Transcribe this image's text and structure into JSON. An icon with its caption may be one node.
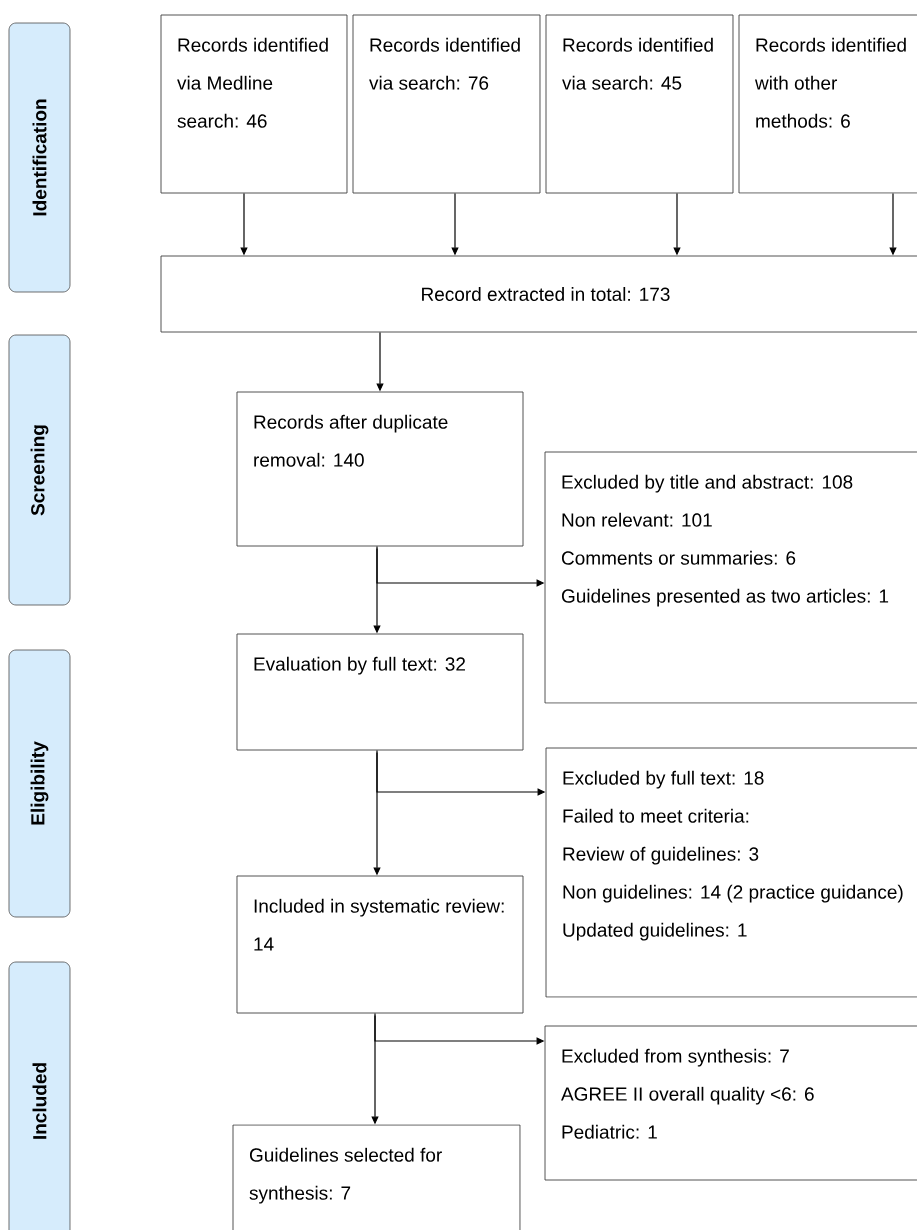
{
  "diagram": {
    "nodes": [
      {
        "text": [
          "Identification"
        ]
      },
      {
        "text": [
          "Screening"
        ]
      },
      {
        "text": [
          "Eligibility"
        ]
      },
      {
        "text": [
          "Included"
        ]
      },
      {
        "text": [
          "Records identified via Medline search: 46"
        ]
      },
      {
        "text": [
          "Records identified via search: 76"
        ]
      },
      {
        "text": [
          "Records identified via search: 45"
        ]
      },
      {
        "text": [
          "Records identified with other methods: 6"
        ]
      },
      {
        "text": [
          "Record extracted in total: 173"
        ]
      },
      {
        "text": [
          "Records after duplicate removal: 140"
        ]
      },
      {
        "text": [
          "Excluded by title and abstract: 108",
          "Non relevant: 101",
          "Comments or summaries: 6",
          "Guidelines presented as two articles: 1"
        ]
      },
      {
        "text": [
          "Evaluation by full text: 32"
        ]
      },
      {
        "text": [
          "Excluded by full text: 18",
          "Failed to meet criteria:",
          "Review of guidelines: 3",
          "Non guidelines: 14 (2 practice guidance)",
          "Updated guidelines: 1"
        ]
      },
      {
        "text": [
          "Included in systematic review: 14"
        ]
      },
      {
        "text": [
          "Excluded from synthesis: 7",
          "AGREE II overall quality <6: 6",
          "Pediatric: 1"
        ]
      },
      {
        "text": [
          "Guidelines selected for synthesis: 7"
        ]
      }
    ],
    "edges": [
      {
        "from": 4,
        "to": 8,
        "arrow": "to"
      },
      {
        "from": 5,
        "to": 8,
        "arrow": "to"
      },
      {
        "from": 6,
        "to": 8,
        "arrow": "to"
      },
      {
        "from": 7,
        "to": 8,
        "arrow": "to"
      },
      {
        "from": 8,
        "to": 9,
        "arrow": "to"
      },
      {
        "from": 9,
        "to": 11,
        "arrow": "to"
      },
      {
        "from": 9,
        "to": 10,
        "arrow": "to"
      },
      {
        "from": 11,
        "to": 13,
        "arrow": "to"
      },
      {
        "from": 11,
        "to": 12,
        "arrow": "to"
      },
      {
        "from": 13,
        "to": 15,
        "arrow": "to"
      },
      {
        "from": 13,
        "to": 14,
        "arrow": "to"
      }
    ]
  }
}
